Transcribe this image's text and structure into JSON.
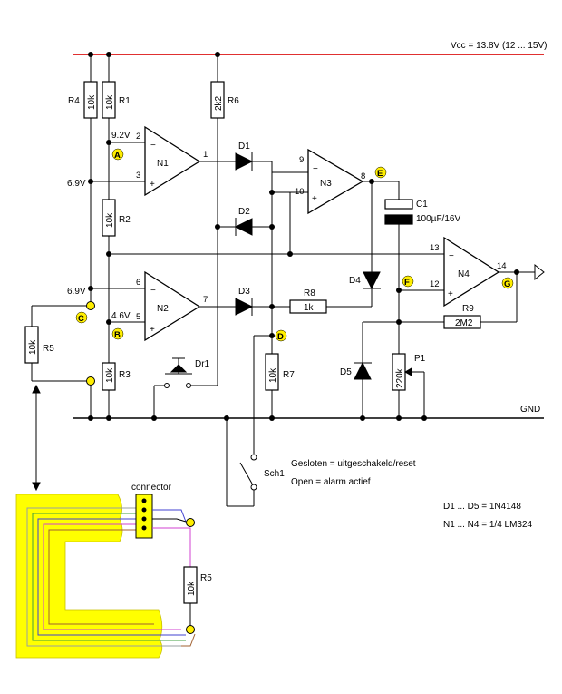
{
  "supply": {
    "label": "Vcc = 13.8V (12 ... 15V)",
    "color": "#e03030"
  },
  "ground": {
    "label": "GND"
  },
  "resistors": {
    "R1": {
      "name": "R1",
      "value": "10k"
    },
    "R2": {
      "name": "R2",
      "value": "10k"
    },
    "R3": {
      "name": "R3",
      "value": "10k"
    },
    "R4": {
      "name": "R4",
      "value": "10k"
    },
    "R5": {
      "name": "R5",
      "value": "10k"
    },
    "R6": {
      "name": "R6",
      "value": "2k2"
    },
    "R7": {
      "name": "R7",
      "value": "10k"
    },
    "R8": {
      "name": "R8",
      "value": "1k"
    },
    "R9": {
      "name": "R9",
      "value": "2M2"
    }
  },
  "potentiometer": {
    "name": "P1",
    "value": "220k"
  },
  "capacitor": {
    "name": "C1",
    "value": "100µF/16V"
  },
  "diodes": [
    "D1",
    "D2",
    "D3",
    "D4",
    "D5"
  ],
  "opamps": {
    "N1": {
      "name": "N1",
      "pins": [
        "2",
        "3",
        "1"
      ]
    },
    "N2": {
      "name": "N2",
      "pins": [
        "6",
        "5",
        "7"
      ]
    },
    "N3": {
      "name": "N3",
      "pins": [
        "9",
        "10",
        "8"
      ]
    },
    "N4": {
      "name": "N4",
      "pins": [
        "13",
        "12",
        "14"
      ]
    }
  },
  "opamp_signs": {
    "minus": "−",
    "plus": "+"
  },
  "voltages": {
    "v92": "9.2V",
    "v69a": "6.9V",
    "v69b": "6.9V",
    "v46": "4.6V"
  },
  "test_points": {
    "A": "A",
    "B": "B",
    "C": "C",
    "D": "D",
    "E": "E",
    "F": "F",
    "G": "G"
  },
  "button": {
    "name": "Dr1"
  },
  "switch": {
    "name": "Sch1",
    "closed_label": "Gesloten = uitgeschakeld/reset",
    "open_label": "Open = alarm actief"
  },
  "notes": {
    "diodes": "D1 ... D5 = 1N4148",
    "opamps": "N1 ... N4 = 1/4 LM324"
  },
  "connector": {
    "label": "connector"
  },
  "loop_colors": {
    "fill": "#ffff00",
    "wires": [
      "#9aa0a0",
      "#40a040",
      "#4040d0",
      "#d040d0",
      "#a06030"
    ]
  }
}
